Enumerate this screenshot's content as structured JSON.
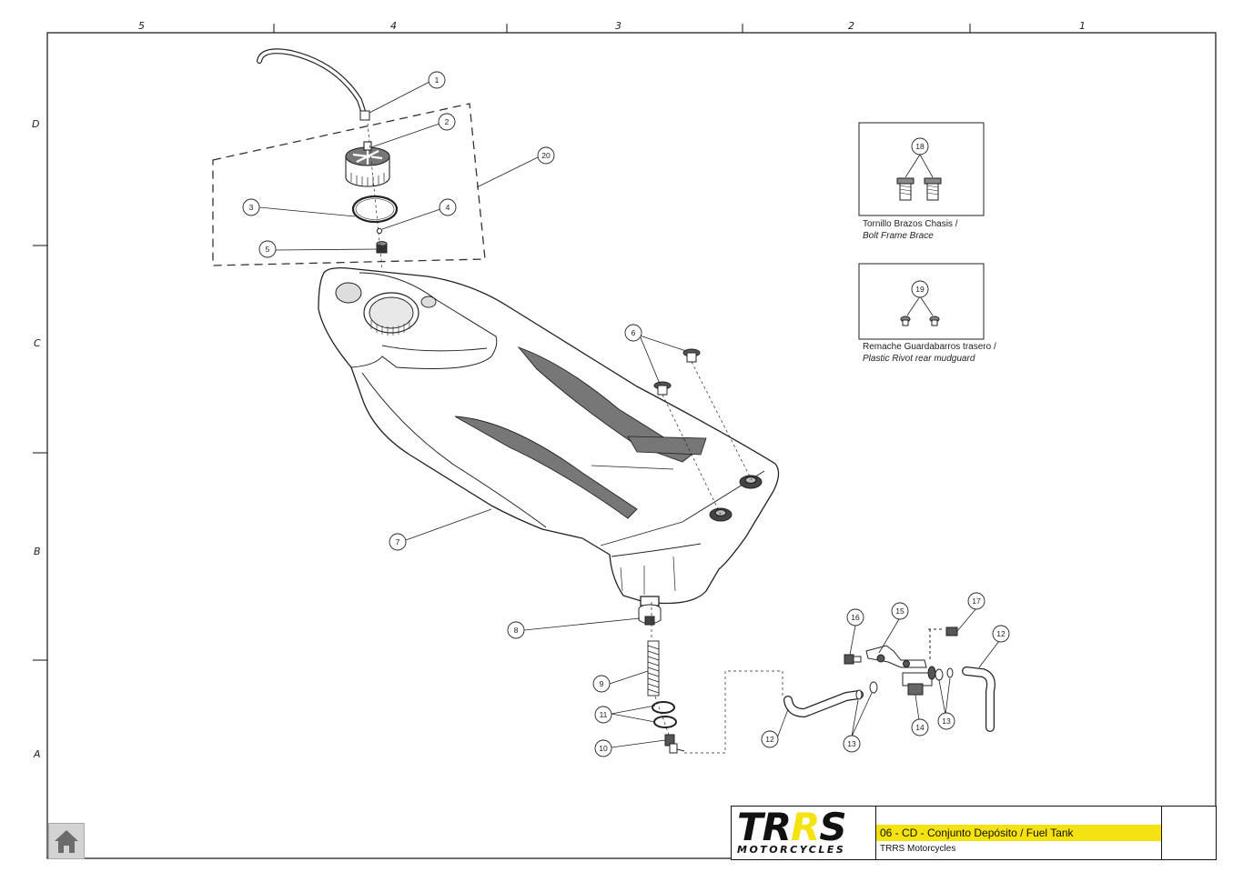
{
  "border": {
    "columns": [
      "5",
      "4",
      "3",
      "2",
      "1"
    ],
    "rows": [
      "D",
      "C",
      "B",
      "A"
    ]
  },
  "callouts": [
    "1",
    "2",
    "3",
    "4",
    "5",
    "6",
    "7",
    "8",
    "9",
    "10",
    "11",
    "12",
    "12",
    "13",
    "13",
    "14",
    "15",
    "16",
    "17",
    "18",
    "19",
    "20"
  ],
  "insets": [
    {
      "number": "18",
      "label_es": "Tornillo Brazos Chasis /",
      "label_en": "Bolt Frame Brace"
    },
    {
      "number": "19",
      "label_es": "Remache Guardabarros trasero /",
      "label_en": "Plastic  Rivot rear mudguard"
    }
  ],
  "title_block": {
    "logo_text_1": "TR",
    "logo_text_2": "R",
    "logo_text_3": "S",
    "logo_sub": "MOTORCYCLES",
    "title": "06 - CD - Conjunto Depósito / Fuel Tank",
    "company": "TRRS Motorcycles"
  },
  "colors": {
    "brand_yellow": "#f5e211",
    "line": "#222222"
  },
  "nav": {
    "home_icon": "home-icon"
  }
}
